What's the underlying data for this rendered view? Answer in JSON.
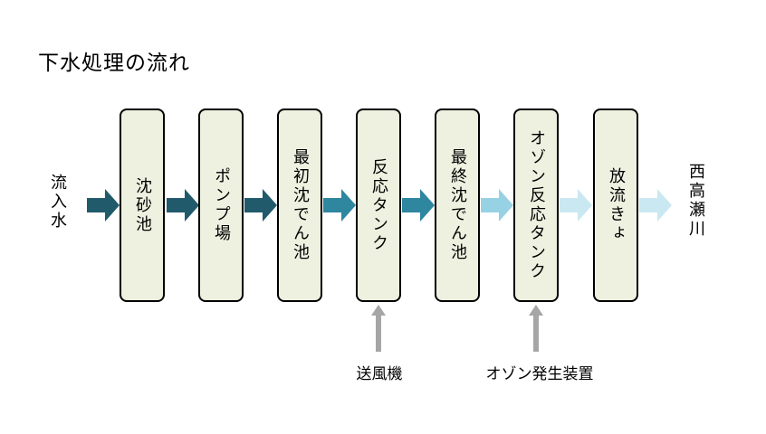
{
  "title": "下水処理の流れ",
  "inlet_label": "流入水",
  "outlet_label": "西高瀬川",
  "stages": [
    {
      "label": "沈砂池"
    },
    {
      "label": "ポンプ場"
    },
    {
      "label": "最初沈でん池"
    },
    {
      "label": "反応タンク"
    },
    {
      "label": "最終沈でん池"
    },
    {
      "label": "オゾン反応タンク"
    },
    {
      "label": "放流きょ"
    }
  ],
  "inputs": [
    {
      "label": "送風機",
      "target": "反応タンク"
    },
    {
      "label": "オゾン発生装置",
      "target": "オゾン反応タンク"
    }
  ],
  "colors": {
    "stage_fill": "#eef0e0",
    "stage_border": "#000000",
    "arrow_dark": "#215a6b",
    "arrow_medium": "#2e869f",
    "arrow_light": "#96d2e4",
    "arrow_pale": "#cae8f1",
    "input_arrow": "#a6a6a6"
  }
}
